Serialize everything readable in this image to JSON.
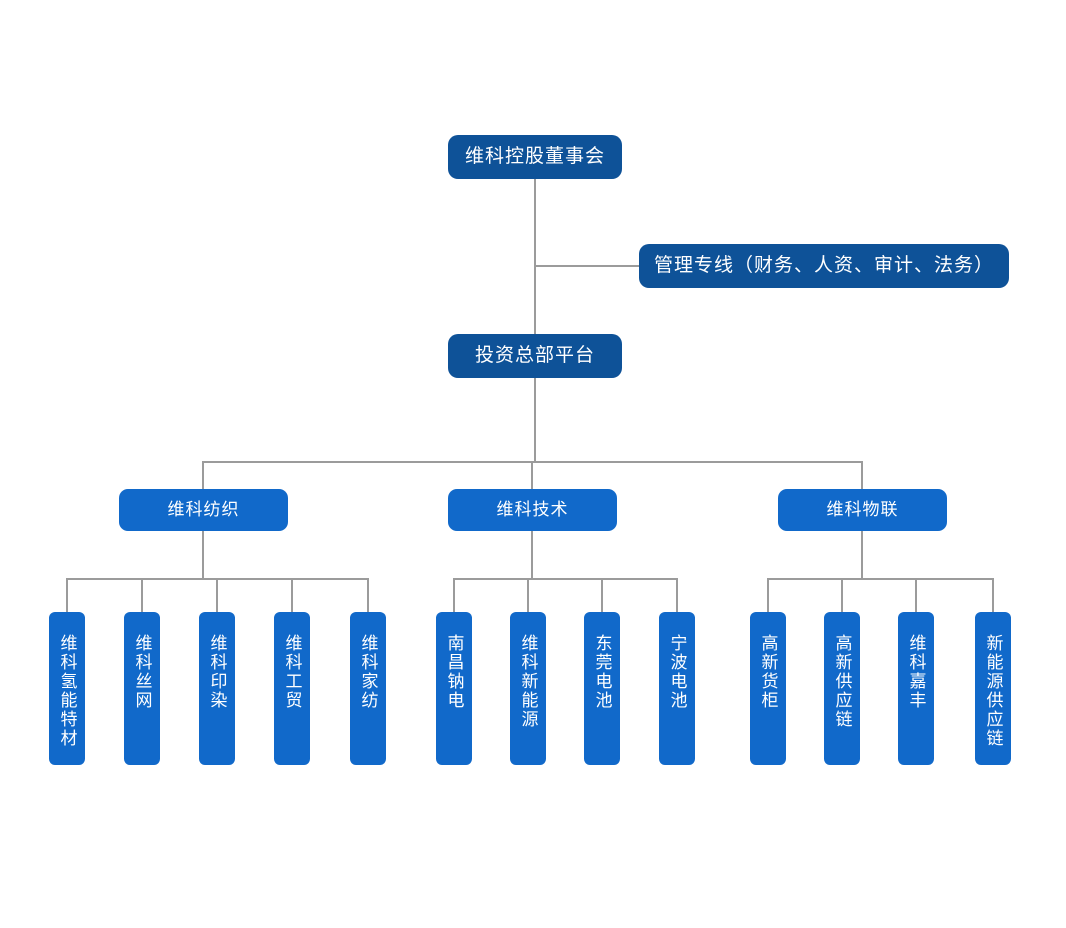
{
  "diagram": {
    "title_node": {
      "label": "维科控股董事会"
    },
    "management_node": {
      "label": "管理专线（财务、人资、审计、法务）"
    },
    "platform_node": {
      "label": "投资总部平台"
    },
    "colors": {
      "dark_blue": "#0e5298",
      "bright_blue": "#1169ca",
      "connector_gray": "#9b9b9b",
      "text_white": "#ffffff",
      "background": "#ffffff"
    },
    "divisions": [
      {
        "label": "维科纺织",
        "children": [
          {
            "label": "维科氢能特材"
          },
          {
            "label": "维科丝网"
          },
          {
            "label": "维科印染"
          },
          {
            "label": "维科工贸"
          },
          {
            "label": "维科家纺"
          }
        ]
      },
      {
        "label": "维科技术",
        "children": [
          {
            "label": "南昌钠电"
          },
          {
            "label": "维科新能源"
          },
          {
            "label": "东莞电池"
          },
          {
            "label": "宁波电池"
          }
        ]
      },
      {
        "label": "维科物联",
        "children": [
          {
            "label": "高新货柜"
          },
          {
            "label": "高新供应链"
          },
          {
            "label": "维科嘉丰"
          },
          {
            "label": "新能源供应链"
          }
        ]
      }
    ]
  }
}
